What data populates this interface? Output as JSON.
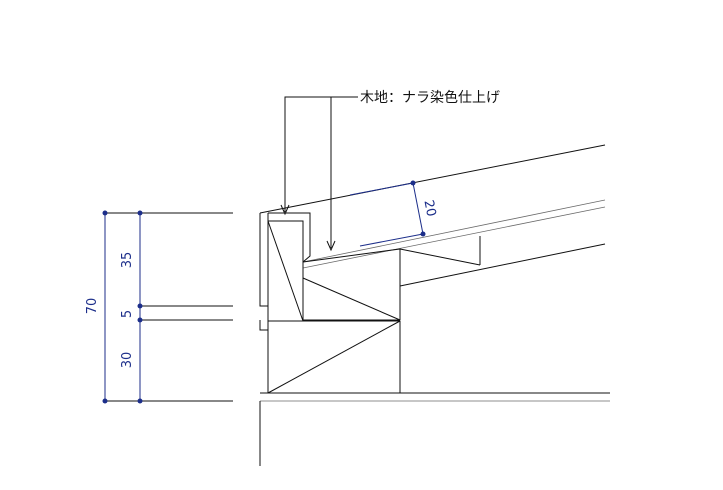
{
  "annotation": {
    "text": "木地：ナラ染色仕上げ"
  },
  "dimensions": {
    "overall": "70",
    "upper": "35",
    "middle": "5",
    "lower": "30",
    "board_thickness": "20"
  },
  "colors": {
    "dimension": "#1c2e8a",
    "linework": "#111111"
  }
}
